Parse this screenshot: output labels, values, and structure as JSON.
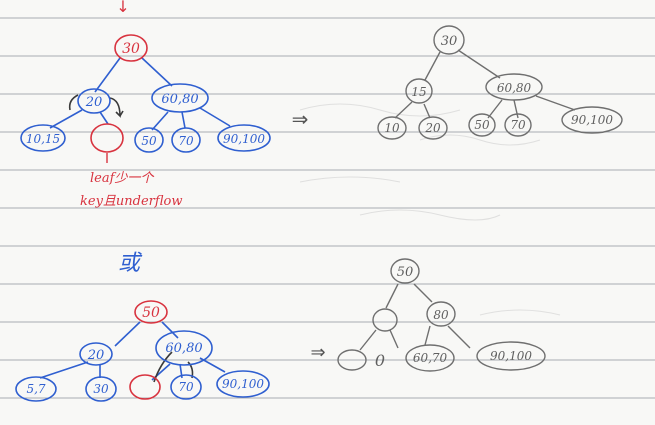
{
  "colors": {
    "red": "#d8333f",
    "blue": "#2f5fd0",
    "pencil": "#6f6f6f",
    "rule": "#9aa0a6",
    "paper": "#f8f8f6"
  },
  "top_arrow": "↓",
  "diagram1": {
    "root": "30",
    "left": "20",
    "right": "60,80",
    "leaves": [
      "10,15",
      "",
      "50",
      "70",
      "90,100"
    ],
    "note1": "leaf少一个",
    "note2": "key且underflow"
  },
  "implies": "⇒",
  "result1": {
    "root": "30",
    "left": "15",
    "right": "60,80",
    "leaves": [
      "10",
      "20",
      "50",
      "70",
      "90,100"
    ]
  },
  "or_label": "或",
  "diagram2": {
    "root": "50",
    "left": "20",
    "right": "60,80",
    "leaves": [
      "5,7",
      "30",
      "",
      "70",
      "90,100"
    ]
  },
  "result2": {
    "root": "50",
    "left": "",
    "right": "80",
    "leaves": [
      "",
      "0",
      "60,70",
      "90,100"
    ]
  }
}
